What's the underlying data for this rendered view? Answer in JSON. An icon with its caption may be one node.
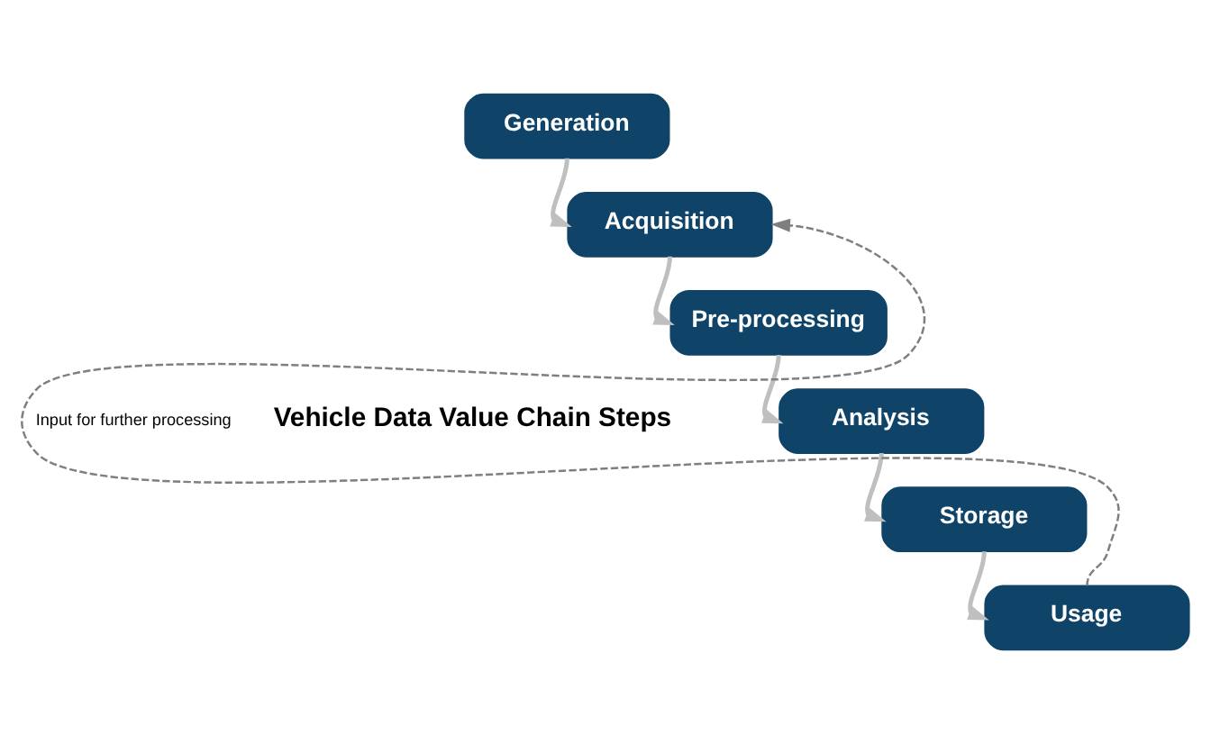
{
  "diagram": {
    "nodes": [
      {
        "text": [
          "Generation"
        ]
      },
      {
        "text": [
          "Acquisition"
        ]
      },
      {
        "text": [
          "Pre-processing"
        ]
      },
      {
        "text": [
          "Analysis"
        ]
      },
      {
        "text": [
          "Storage"
        ]
      },
      {
        "text": [
          "Usage"
        ]
      }
    ],
    "edges": [
      {
        "from": 0,
        "to": 1,
        "arrow": "to"
      },
      {
        "from": 1,
        "to": 2,
        "arrow": "to"
      },
      {
        "from": 2,
        "to": 3,
        "arrow": "to"
      },
      {
        "from": 3,
        "to": 4,
        "arrow": "to"
      },
      {
        "from": 4,
        "to": 5,
        "arrow": "to"
      },
      {
        "from": 5,
        "to": 1,
        "arrow": "to",
        "style": "dashed",
        "color": "#7f7f7f",
        "label": "Input for further processing"
      }
    ],
    "labels": [
      "Vehicle Data Value Chain Steps"
    ]
  }
}
